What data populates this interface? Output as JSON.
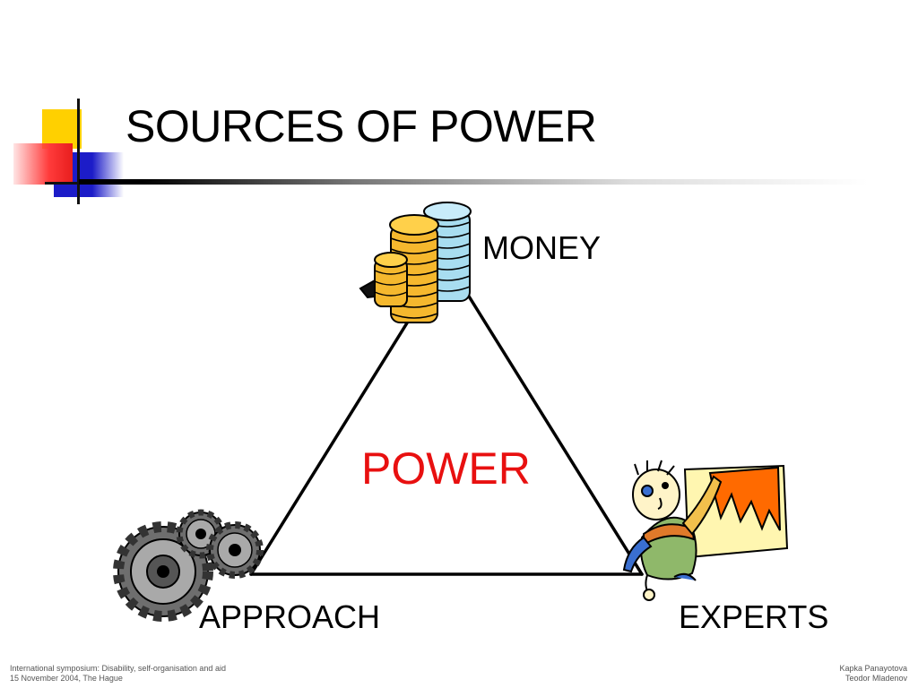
{
  "slide": {
    "title": "SOURCES OF POWER",
    "center_label": "POWER",
    "nodes": {
      "top": "MONEY",
      "left": "APPROACH",
      "right": "EXPERTS"
    },
    "icons": {
      "top": "coin-stacks-icon",
      "left": "gears-icon",
      "right": "person-with-chart-icon"
    },
    "colors": {
      "center_label": "#E81010",
      "text": "#000000"
    }
  },
  "footer": {
    "left_line1": "International symposium: Disability, self-organisation and aid",
    "left_line2": "15 November 2004, The Hague",
    "right_line1": "Kapka Panayotova",
    "right_line2": "Teodor Mladenov"
  }
}
